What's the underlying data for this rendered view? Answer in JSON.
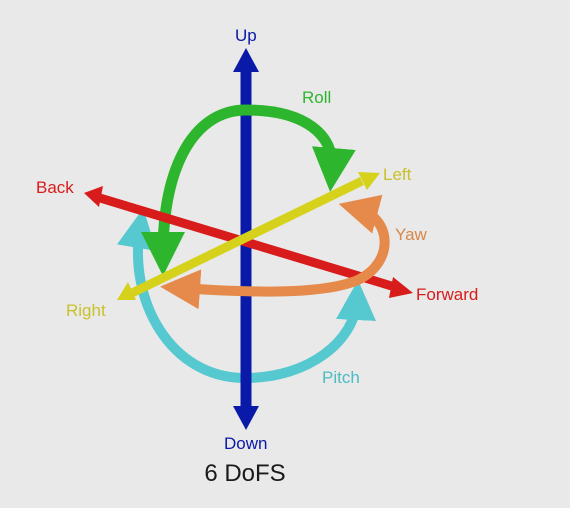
{
  "diagram": {
    "caption": "6 DoFS",
    "axes": {
      "up": "Up",
      "down": "Down",
      "back": "Back",
      "forward": "Forward",
      "left": "Left",
      "right": "Right"
    },
    "rotations": {
      "roll": "Roll",
      "yaw": "Yaw",
      "pitch": "Pitch"
    },
    "colors": {
      "vertical_axis": "#0a1aa8",
      "longitudinal_axis": "#d81c1c",
      "lateral_axis": "#d6d21c",
      "roll": "#2db52d",
      "yaw": "#e58a4a",
      "pitch": "#56c8cf",
      "background": "#e9e9e9"
    }
  }
}
